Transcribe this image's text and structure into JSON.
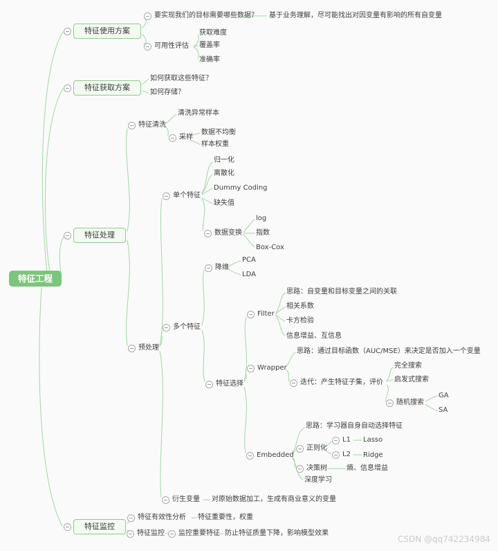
{
  "watermark": "CSDN @qq742234984",
  "colors": {
    "root_fill": "#7cc57c",
    "branch_border": "#8fcb8f",
    "branch_fill": "#f3faf1",
    "connector_line": "#a3d6a3",
    "text": "#3e3e3e",
    "icon_border": "#a9a9a9",
    "watermark": "#cbcbcb"
  },
  "root": {
    "label": "特征工程"
  },
  "usage": {
    "title": "特征使用方案",
    "need_data": "要实现我们的目标需要哪些数据？",
    "need_data_note": "基于业务理解，尽可能找出对因变量有影响的所有自变量",
    "availability": "可用性评估",
    "difficulty": "获取难度",
    "coverage": "覆盖率",
    "accuracy": "准确率"
  },
  "acquisition": {
    "title": "特征获取方案",
    "how_to_get": "如何获取这些特征？",
    "how_to_store": "如何存储？"
  },
  "processing": {
    "title": "特征处理",
    "cleaning": {
      "label": "特征清洗",
      "clean_abnormal": "清洗异常样本",
      "sampling": "采样",
      "imbalanced": "数据不均衡",
      "sample_weight": "样本权重"
    },
    "preprocessing": {
      "label": "预处理",
      "single": {
        "label": "单个特征",
        "normalization": "归一化",
        "discretization": "离散化",
        "dummy_coding": "Dummy Coding",
        "missing_values": "缺失值",
        "transform": {
          "label": "数据变换",
          "log": "log",
          "exponent": "指数",
          "box_cox": "Box-Cox"
        }
      },
      "multi": {
        "label": "多个特征",
        "reduction": {
          "label": "降维",
          "pca": "PCA",
          "lda": "LDA"
        },
        "selection": {
          "label": "特征选择",
          "filter": {
            "label": "Filter",
            "idea": "思路：自变量和目标变量之间的关联",
            "correlation": "相关系数",
            "chi_square": "卡方检验",
            "info_gain": "信息增益、互信息"
          },
          "wrapper": {
            "label": "Wrapper",
            "idea": "思路：通过目标函数（AUC/MSE）来决定是否加入一个变量",
            "iteration": "迭代：产生特征子集，评价",
            "full_search": "完全搜索",
            "heuristic_search": "启发式搜索",
            "random_search": "随机搜索",
            "ga": "GA",
            "sa": "SA"
          },
          "embedded": {
            "label": "Embedded",
            "idea": "思路：学习器自身自动选择特征",
            "regularization": "正则化",
            "l1": "L1",
            "lasso": "Lasso",
            "l2": "L2",
            "ridge": "Ridge",
            "decision_tree": "决策树",
            "entropy_info_gain": "熵、信息增益",
            "deep_learning": "深度学习"
          }
        }
      },
      "derived": {
        "label": "衍生变量",
        "note": "对原始数据加工，生成有商业意义的变量"
      }
    }
  },
  "monitoring": {
    "title": "特征监控",
    "effectiveness": {
      "label": "特征有效性分析",
      "note": "特征重要性，权重"
    },
    "monitor": {
      "label": "特征监控",
      "watch": "监控重要特征",
      "note": "防止特征质量下降，影响模型效果"
    }
  }
}
